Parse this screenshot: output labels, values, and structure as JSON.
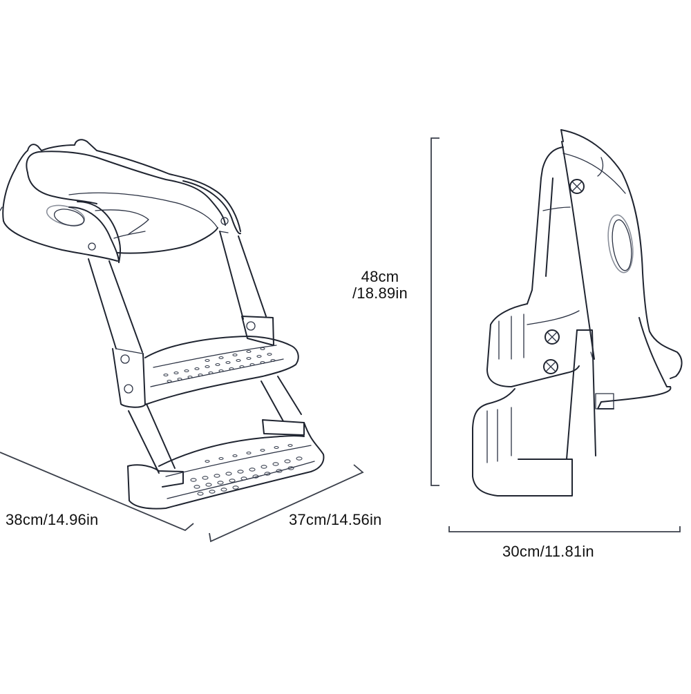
{
  "diagram": {
    "subject": "Potty training seat with step ladder",
    "views": [
      {
        "name": "front-perspective-view"
      },
      {
        "name": "side-view"
      }
    ],
    "dimensions": {
      "front_depth": "38cm/14.96in",
      "front_width": "37cm/14.56in",
      "height_line1": "48cm",
      "height_line2": "/18.89in",
      "side_depth": "30cm/11.81in"
    },
    "colors": {
      "background": "#ffffff",
      "line": "#1f2430",
      "text": "#111111"
    }
  }
}
